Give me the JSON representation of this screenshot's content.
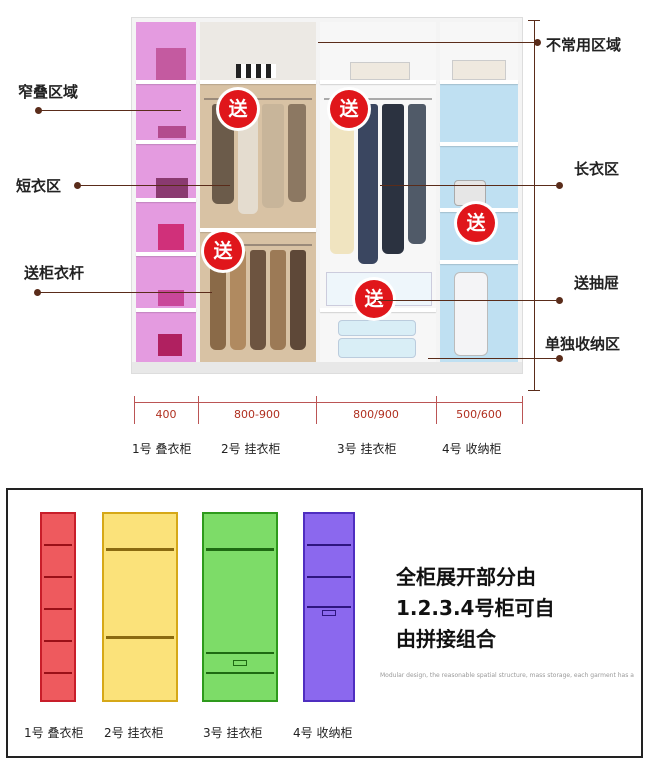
{
  "annotations": {
    "not_common": "不常用区域",
    "folding": "窄叠区域",
    "short_clothes": "短衣区",
    "rod": "送柜衣杆",
    "long_clothes": "长衣区",
    "drawer": "送抽屉",
    "storage": "单独收纳区"
  },
  "badge_text": "送",
  "dimensions": [
    "400",
    "800-900",
    "800/900",
    "500/600"
  ],
  "cabinet_labels": [
    "1号 叠衣柜",
    "2号 挂衣柜",
    "3号 挂衣柜",
    "4号 收纳柜"
  ],
  "modules": [
    {
      "label": "1号 叠衣柜",
      "color": "#e8363e"
    },
    {
      "label": "2号 挂衣柜",
      "color": "#f5cf3a"
    },
    {
      "label": "3号 挂衣柜",
      "color": "#3fc22e"
    },
    {
      "label": "4号 收纳柜",
      "color": "#6a3fe0"
    }
  ],
  "description": {
    "line1": "全柜展开部分由",
    "line2": "1.2.3.4号柜可自",
    "line3": "由拼接组合",
    "small_print": "Modular design, the reasonable spatial structure, mass storage, each garment has a"
  },
  "colors": {
    "folding_section": "#e49be0",
    "hanging_section": "#d8c2a4",
    "storage_section": "#bfe0f2",
    "badge": "#e0161b",
    "annotation_line": "#5a2c1a"
  }
}
